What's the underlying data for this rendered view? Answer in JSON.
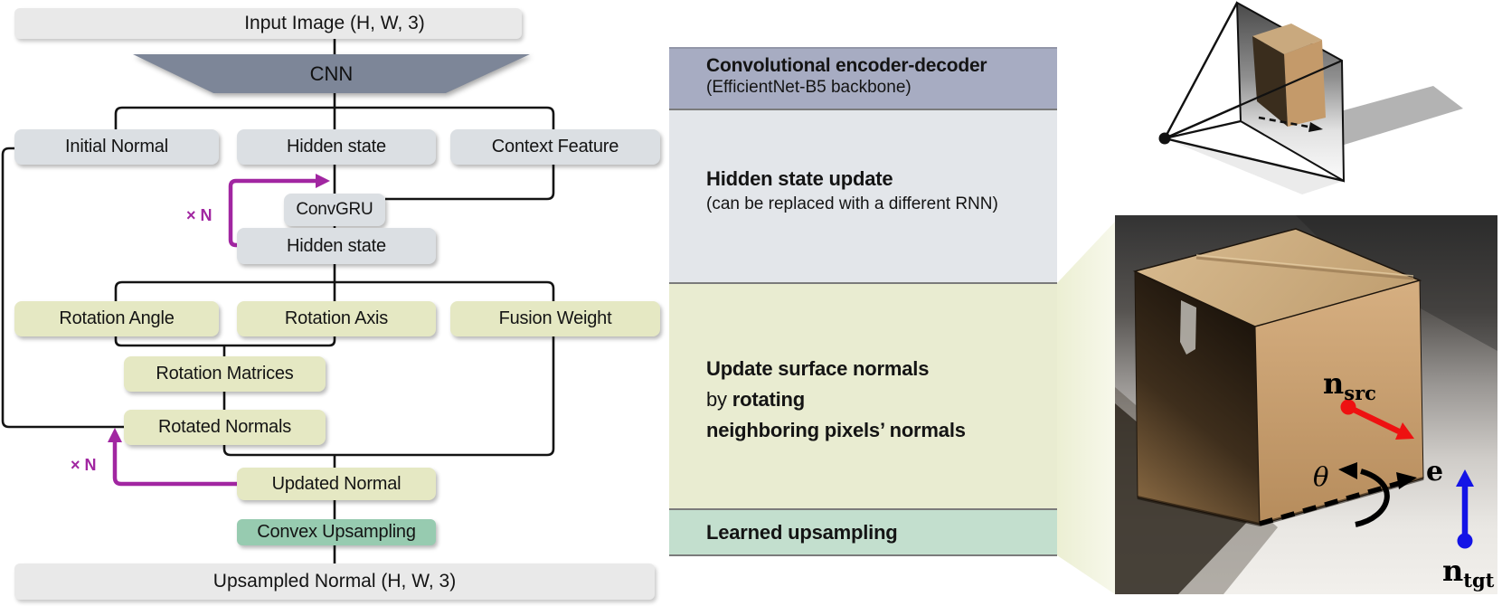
{
  "flowchart": {
    "input_label": "Input Image (H, W, 3)",
    "cnn_label": "CNN",
    "row1": [
      "Initial Normal",
      "Hidden state",
      "Context Feature"
    ],
    "convgru_label": "ConvGRU",
    "hidden_state2_label": "Hidden state",
    "row2": [
      "Rotation Angle",
      "Rotation Axis",
      "Fusion Weight"
    ],
    "rotation_matrices_label": "Rotation Matrices",
    "rotated_normals_label": "Rotated Normals",
    "updated_normal_label": "Updated Normal",
    "convex_upsampling_label": "Convex Upsampling",
    "output_label": "Upsampled Normal (H, W, 3)",
    "loop_label_top": "× N",
    "loop_label_bottom": "× N"
  },
  "annotation_panel": {
    "section1": {
      "title": "Convolutional encoder-decoder",
      "subtitle": "(EfficientNet-B5 backbone)"
    },
    "section2": {
      "title": "Hidden state update",
      "subtitle": "(can be replaced with a different RNN)"
    },
    "section3": {
      "line1": "Update surface normals",
      "line2_regular": "by ",
      "line2_bold": "rotating",
      "line3": "neighboring pixels’ normals"
    },
    "section4": {
      "title": "Learned upsampling"
    }
  },
  "rotation_illustration": {
    "n_src_base": "n",
    "n_src_sub": "src",
    "n_tgt_base": "n",
    "n_tgt_sub": "tgt",
    "edge_label": "e",
    "angle_label": "θ"
  },
  "colors": {
    "purple_loop": "#a126a1",
    "box_gray": "#dbdfe3",
    "box_green": "#e5e8c3",
    "box_teal": "#97cbb0",
    "bar_gray": "#e9e9e9",
    "cnn_slate": "#7d8698",
    "section1_bg": "#a7acc2",
    "section2_bg": "#e3e6ea",
    "section3_bg": "#e9ecd1",
    "section4_bg": "#c3dfce",
    "src_normal_red": "#ee1111",
    "tgt_normal_blue": "#1414e6"
  }
}
